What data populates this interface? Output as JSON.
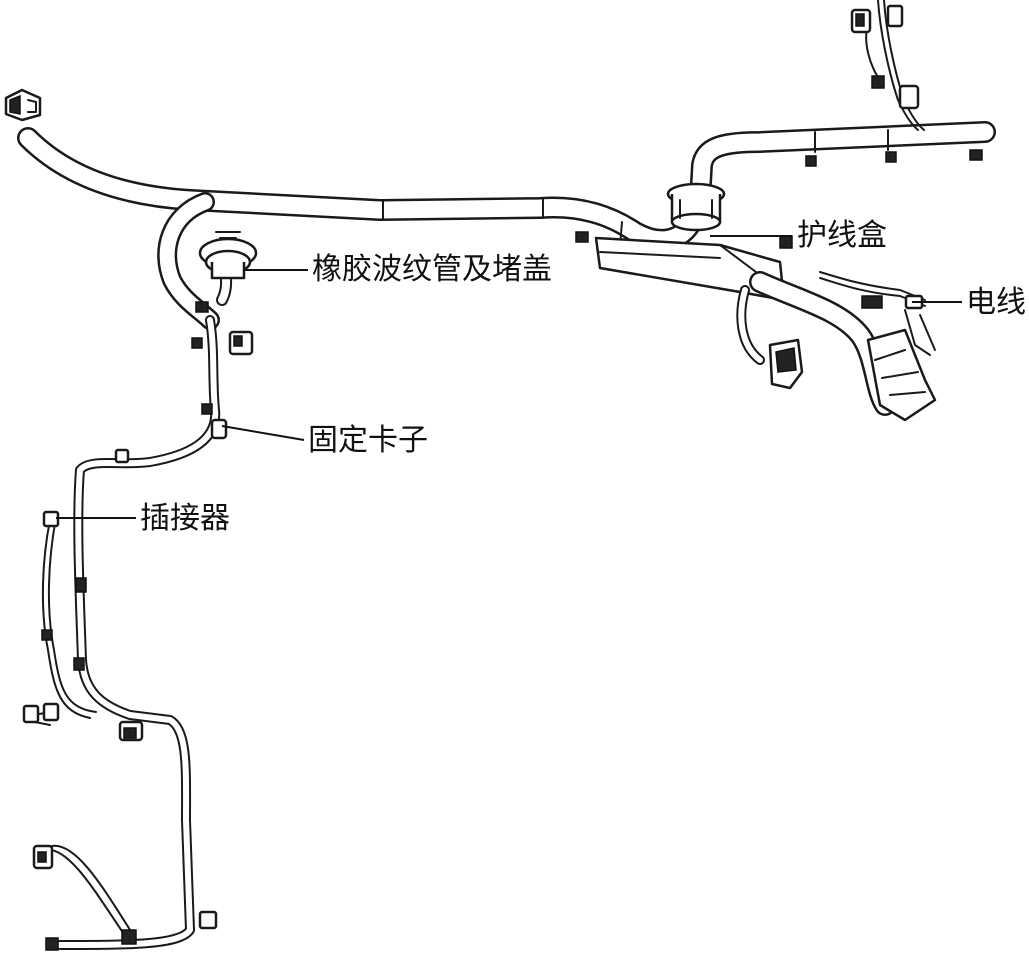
{
  "labels": {
    "corrugated_tube": "橡胶波纹管及堵盖",
    "protective_box": "护线盒",
    "wire": "电线",
    "retaining_clip": "固定卡子",
    "connector": "插接器"
  }
}
